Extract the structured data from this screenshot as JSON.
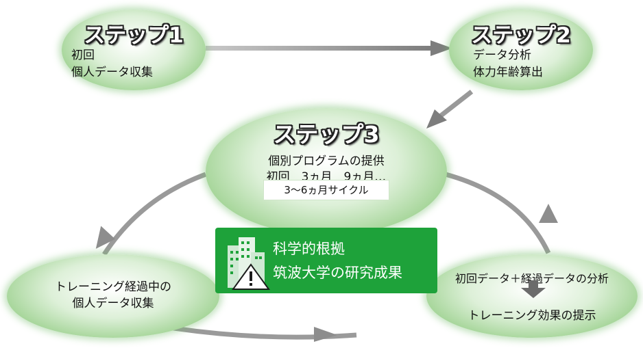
{
  "step1": {
    "title": "ステップ1",
    "lines": [
      "初回",
      "個人データ収集"
    ]
  },
  "step2": {
    "title": "ステップ2",
    "lines": [
      "データ分析",
      "体力年齢算出"
    ]
  },
  "step3": {
    "title": "ステップ3",
    "line1": "個別プログラムの提供",
    "line2": "初回　3ヵ月　9ヵ月…",
    "cycle": "3～6ヵ月サイクル"
  },
  "collect": {
    "lines": [
      "トレーニング経過中の",
      "個人データ収集"
    ]
  },
  "analysis": {
    "line1": "初回データ＋経過データの分析",
    "line2": "トレーニング効果の提示"
  },
  "research": {
    "lines": [
      "科学的根拠",
      "筑波大学の研究成果"
    ],
    "icon": "building-warning-icon",
    "color": "#1ea23a"
  },
  "colors": {
    "node_green": "#a9d79d",
    "arrow_gray": "#8d8d8d"
  }
}
